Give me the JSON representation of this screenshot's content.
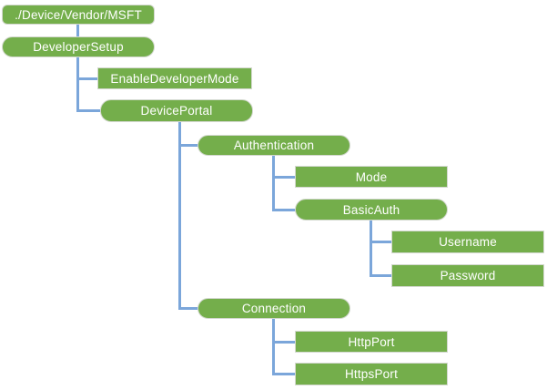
{
  "diagram_type": "tree",
  "colors": {
    "node_fill": "#74AE4B",
    "node_border": "#D3D8CF",
    "connector": "#7BA6DA",
    "text": "#FFFFFF",
    "background": "#FFFFFF"
  },
  "nodes": {
    "root": {
      "label": "./Device/Vendor/MSFT",
      "type": "root"
    },
    "developer_setup": {
      "label": "DeveloperSetup",
      "type": "branch"
    },
    "enable_developer_mode": {
      "label": "EnableDeveloperMode",
      "type": "leaf"
    },
    "device_portal": {
      "label": "DevicePortal",
      "type": "branch"
    },
    "authentication": {
      "label": "Authentication",
      "type": "branch"
    },
    "mode": {
      "label": "Mode",
      "type": "leaf"
    },
    "basic_auth": {
      "label": "BasicAuth",
      "type": "branch"
    },
    "username": {
      "label": "Username",
      "type": "leaf"
    },
    "password": {
      "label": "Password",
      "type": "leaf"
    },
    "connection": {
      "label": "Connection",
      "type": "branch"
    },
    "http_port": {
      "label": "HttpPort",
      "type": "leaf"
    },
    "https_port": {
      "label": "HttpsPort",
      "type": "leaf"
    }
  },
  "hierarchy": {
    "root": [
      "developer_setup"
    ],
    "developer_setup": [
      "enable_developer_mode",
      "device_portal"
    ],
    "device_portal": [
      "authentication",
      "connection"
    ],
    "authentication": [
      "mode",
      "basic_auth"
    ],
    "basic_auth": [
      "username",
      "password"
    ],
    "connection": [
      "http_port",
      "https_port"
    ]
  }
}
